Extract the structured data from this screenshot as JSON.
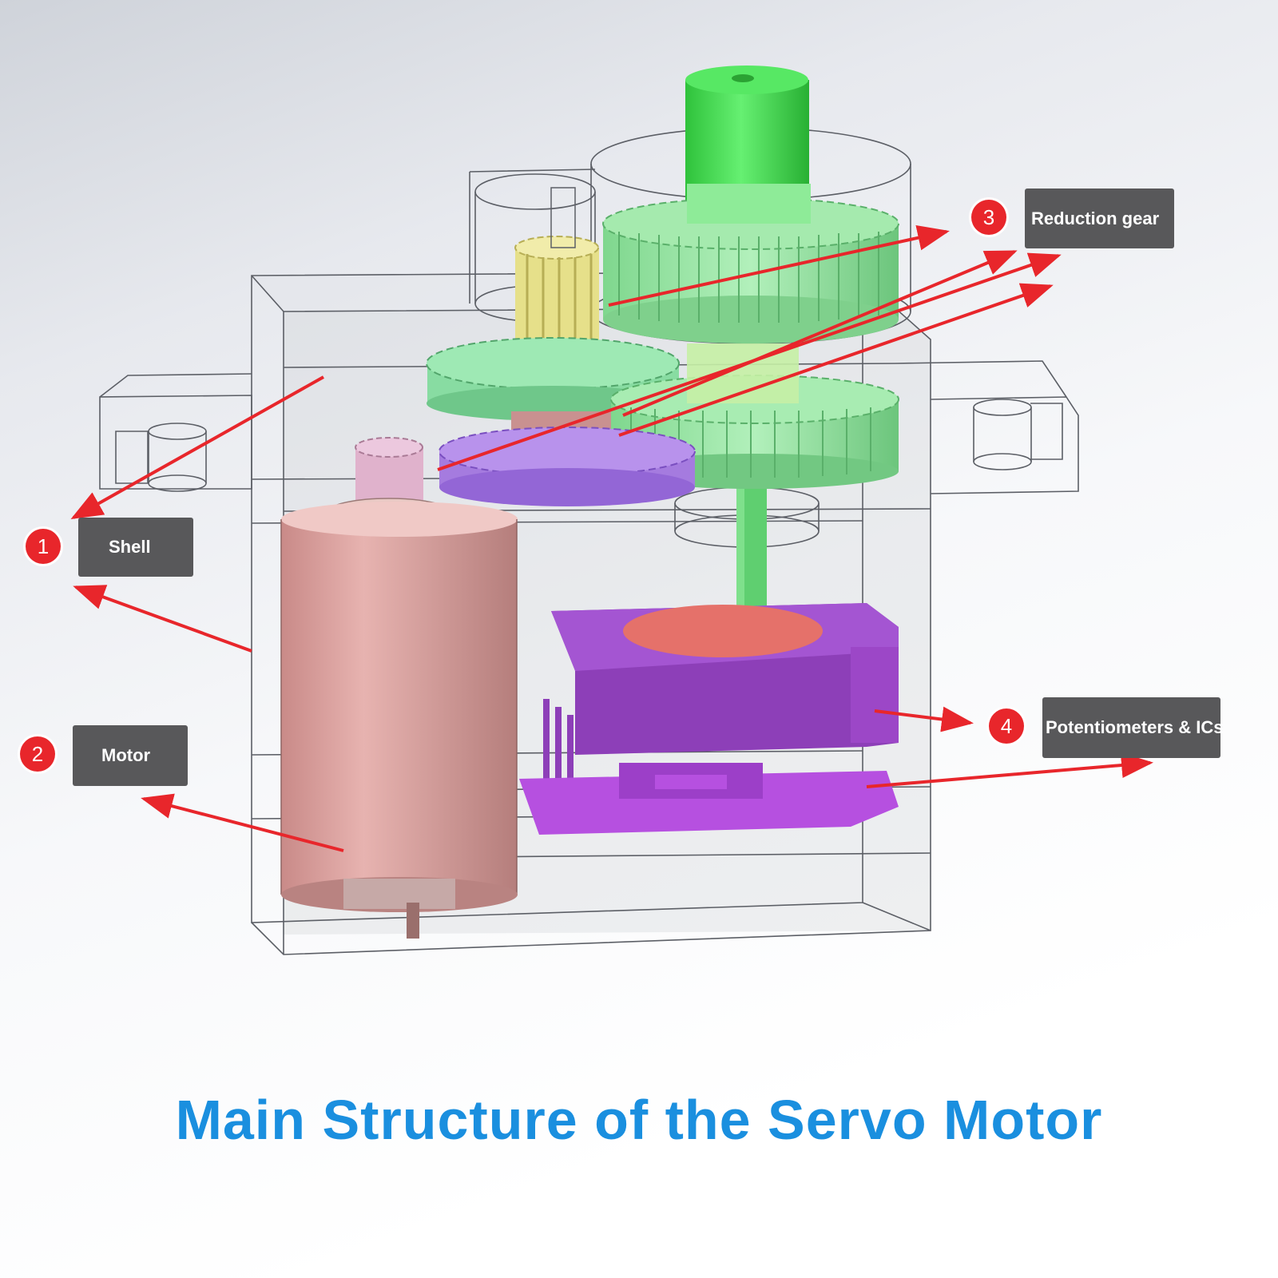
{
  "callouts": [
    {
      "number": "1",
      "label": "Shell"
    },
    {
      "number": "2",
      "label": "Motor"
    },
    {
      "number": "3",
      "label": "Reduction gear"
    },
    {
      "number": "4",
      "label": "Potentiometers & ICs"
    }
  ],
  "title": "Main Structure of the Servo Motor",
  "colors": {
    "title": "#1a8fdf",
    "arrow": "#e8262b",
    "label_box": "#58585a",
    "badge": "#e8262b",
    "output_shaft": "#3fdc4a",
    "reduction_gears": "#8fe39a",
    "pinion": "#e6e08a",
    "motor": "#d49a98",
    "potentiometer": "#9b45c2",
    "pcb": "#b650e0"
  }
}
